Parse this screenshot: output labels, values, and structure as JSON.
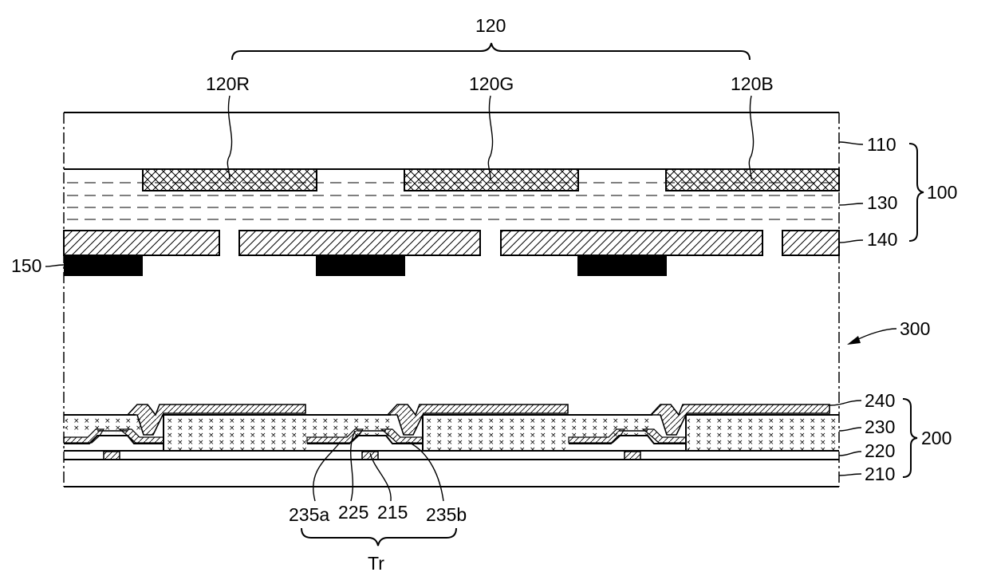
{
  "labels": {
    "group_120": "120",
    "l_120R": "120R",
    "l_120G": "120G",
    "l_120B": "120B",
    "l_110": "110",
    "l_130": "130",
    "l_140": "140",
    "l_150": "150",
    "l_100": "100",
    "l_300": "300",
    "l_240": "240",
    "l_230": "230",
    "l_220": "220",
    "l_210": "210",
    "l_200": "200",
    "l_235a": "235a",
    "l_225": "225",
    "l_215": "215",
    "l_235b": "235b",
    "l_Tr": "Tr"
  },
  "colors": {
    "ink": "#000000",
    "background": "#ffffff"
  }
}
